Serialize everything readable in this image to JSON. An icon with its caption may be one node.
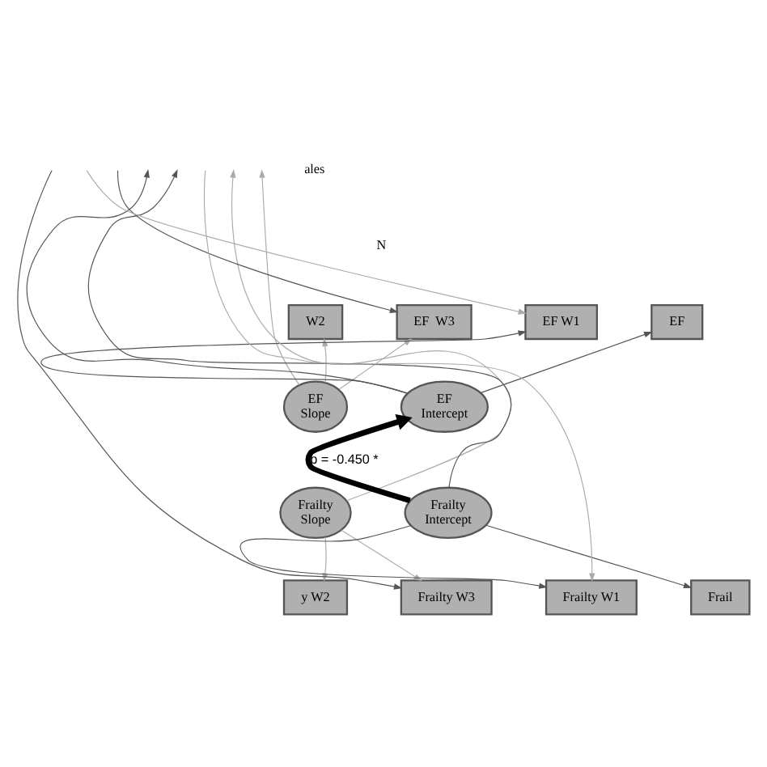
{
  "diagram": {
    "nodes": [
      {
        "text": [
          "W2"
        ]
      },
      {
        "text": [
          "EF  W3"
        ]
      },
      {
        "text": [
          "EF W1"
        ]
      },
      {
        "text": [
          "EF"
        ]
      },
      {
        "text": [
          "EF",
          "Slope"
        ]
      },
      {
        "text": [
          "EF",
          "Intercept"
        ]
      },
      {
        "text": [
          "Frailty",
          "Slope"
        ]
      },
      {
        "text": [
          "Frailty",
          "Intercept"
        ]
      },
      {
        "text": [
          "y W2"
        ]
      },
      {
        "text": [
          "Frailty W3"
        ]
      },
      {
        "text": [
          "Frailty W1"
        ]
      },
      {
        "text": [
          "Frail"
        ]
      }
    ],
    "edges": [
      {
        "from": 4,
        "to": 0,
        "arrow": "to",
        "color": "#aaaaaa"
      },
      {
        "from": 4,
        "to": 1,
        "arrow": "to",
        "color": "#aaaaaa"
      },
      {
        "from": 4,
        "to": null,
        "arrow": "to",
        "color": "#aaaaaa"
      },
      {
        "from": null,
        "to": 1,
        "arrow": "to",
        "color": "#555555"
      },
      {
        "from": 5,
        "to": 2,
        "arrow": "to",
        "color": "#555555"
      },
      {
        "from": 5,
        "to": 3,
        "arrow": "to",
        "color": "#555555"
      },
      {
        "from": 5,
        "to": null,
        "arrow": "to",
        "color": "#555555"
      },
      {
        "from": null,
        "to": 2,
        "arrow": "to",
        "color": "#aaaaaa"
      },
      {
        "from": 7,
        "to": 5,
        "arrow": "to",
        "style": "thick",
        "color": "#000000",
        "label": "b = -0.450 *"
      },
      {
        "from": 6,
        "to": 8,
        "arrow": "to",
        "color": "#aaaaaa"
      },
      {
        "from": 6,
        "to": 9,
        "arrow": "to",
        "color": "#aaaaaa"
      },
      {
        "from": 6,
        "to": null,
        "arrow": "to",
        "color": "#aaaaaa"
      },
      {
        "from": null,
        "to": 9,
        "arrow": "to",
        "color": "#555555"
      },
      {
        "from": 7,
        "to": 10,
        "arrow": "to",
        "color": "#555555"
      },
      {
        "from": 7,
        "to": 11,
        "arrow": "to",
        "color": "#555555"
      },
      {
        "from": 7,
        "to": null,
        "arrow": "to",
        "color": "#555555"
      },
      {
        "from": null,
        "to": 10,
        "arrow": "to",
        "color": "#aaaaaa"
      }
    ],
    "labels": [
      "ales",
      "N"
    ]
  }
}
